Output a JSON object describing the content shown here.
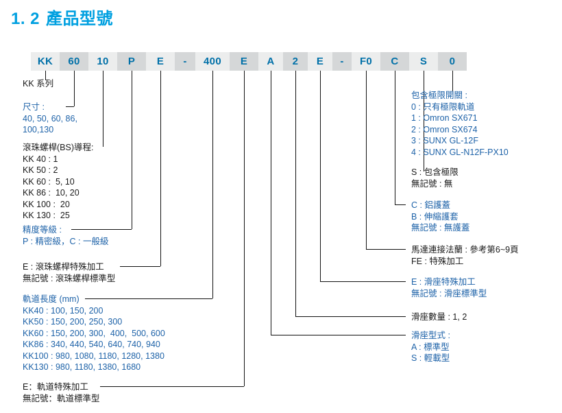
{
  "title": {
    "number": "1. 2",
    "text": "產品型號",
    "color": "#00a0e0"
  },
  "colors": {
    "title": "#00a0e0",
    "code_text": "#0070a8",
    "cell_light": "#eceded",
    "cell_dark": "#d5d7d8",
    "note_blue": "#1d62a8",
    "note_dark": "#1a1a1a",
    "leader_line": "#111111"
  },
  "model_code": {
    "cells": [
      {
        "label": "KK",
        "shade": "lite",
        "width": 42
      },
      {
        "label": "60",
        "shade": "dark",
        "width": 42
      },
      {
        "label": "10",
        "shade": "lite",
        "width": 42
      },
      {
        "label": "P",
        "shade": "dark",
        "width": 42
      },
      {
        "label": "E",
        "shade": "lite",
        "width": 42
      },
      {
        "label": "-",
        "shade": "dark",
        "width": 30
      },
      {
        "label": "400",
        "shade": "lite",
        "width": 50
      },
      {
        "label": "E",
        "shade": "dark",
        "width": 42
      },
      {
        "label": "A",
        "shade": "lite",
        "width": 36
      },
      {
        "label": "2",
        "shade": "dark",
        "width": 36
      },
      {
        "label": "E",
        "shade": "lite",
        "width": 36
      },
      {
        "label": "-",
        "shade": "dark",
        "width": 28
      },
      {
        "label": "F0",
        "shade": "lite",
        "width": 42
      },
      {
        "label": "C",
        "shade": "dark",
        "width": 42
      },
      {
        "label": "S",
        "shade": "lite",
        "width": 42
      },
      {
        "label": "0",
        "shade": "dark",
        "width": 42
      }
    ]
  },
  "notes_left": {
    "series": {
      "lines": [
        "KK 系列"
      ]
    },
    "size": {
      "lines": [
        "尺寸 :",
        "40, 50, 60, 86,",
        "100,130"
      ]
    },
    "ballscrew_lead": {
      "lines": [
        "滾珠螺桿(BS)導程:",
        "KK 40 : 1",
        "KK 50 : 2",
        "KK 60 :  5, 10",
        "KK 86 :  10, 20",
        "KK 100 :  20",
        "KK 130 :  25"
      ]
    },
    "precision_grade": {
      "lines": [
        "精度等級 :",
        "P : 精密級，C : 一般級"
      ]
    },
    "ballscrew_machining": {
      "lines": [
        "E : 滾珠螺桿特殊加工",
        "無記號 : 滾珠螺桿標準型"
      ]
    },
    "rail_length": {
      "lines": [
        "軌道長度 (mm)",
        "KK40 : 100, 150, 200",
        "KK50 : 150, 200, 250, 300",
        "KK60 : 150, 200, 300,  400,  500, 600",
        "KK86 : 340, 440, 540, 640, 740, 940",
        "KK100 : 980, 1080, 1180, 1280, 1380",
        "KK130 : 980, 1180, 1380, 1680"
      ]
    },
    "rail_machining": {
      "lines": [
        "E：軌道特殊加工",
        "無記號：軌道標準型"
      ]
    }
  },
  "notes_right": {
    "limit_switch": {
      "lines": [
        "包含極限開關 :",
        "0 : 只有極限軌道",
        "1 : Omron SX671",
        "2 : Omron SX674",
        "3 : SUNX GL-12F",
        "4 : SUNX GL-N12F-PX10"
      ]
    },
    "limit_included": {
      "lines": [
        "S : 包含極限",
        "無記號 : 無"
      ]
    },
    "cover": {
      "lines": [
        "C : 鋁護蓋",
        "B : 伸縮護套",
        "無記號 : 無護蓋"
      ]
    },
    "motor_flange": {
      "lines": [
        "馬達連接法蘭 : 參考第6~9頁",
        "FE : 特殊加工"
      ]
    },
    "slide_machining": {
      "lines": [
        "E : 滑座特殊加工",
        "無記號 : 滑座標準型"
      ]
    },
    "slide_qty": {
      "lines": [
        "滑座數量 : 1, 2"
      ]
    },
    "slide_type": {
      "lines": [
        "滑座型式 :",
        "A : 標準型",
        "S : 輕載型"
      ]
    }
  }
}
